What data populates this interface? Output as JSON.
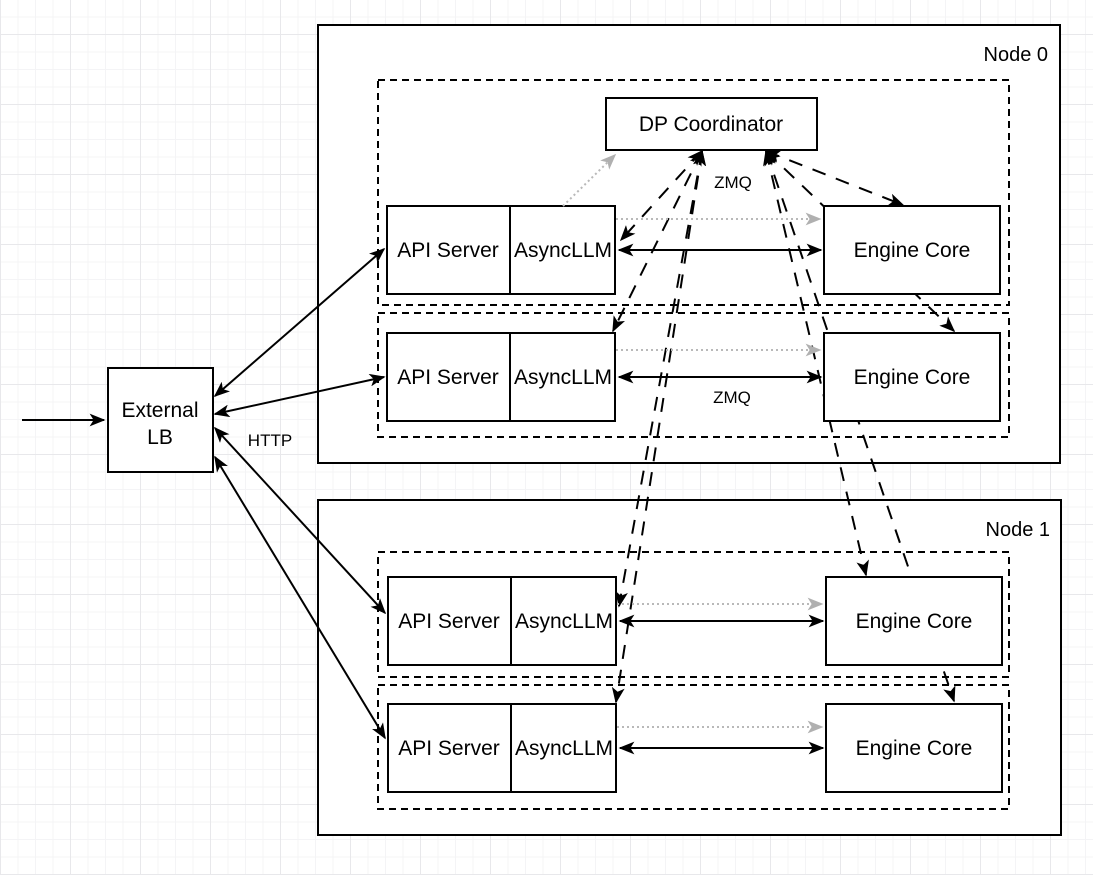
{
  "coordinator": {
    "label": "DP Coordinator"
  },
  "external_lb": {
    "line1": "External",
    "line2": "LB"
  },
  "edge_labels": {
    "http": "HTTP",
    "zmq_coordinator": "ZMQ",
    "zmq_engine": "ZMQ"
  },
  "nodes": [
    {
      "name": "Node 0",
      "replicas": [
        {
          "api_server": "API Server",
          "asyncllm": "AsyncLLM",
          "engine_core": "Engine Core"
        },
        {
          "api_server": "API Server",
          "asyncllm": "AsyncLLM",
          "engine_core": "Engine Core"
        }
      ]
    },
    {
      "name": "Node 1",
      "replicas": [
        {
          "api_server": "API Server",
          "asyncllm": "AsyncLLM",
          "engine_core": "Engine Core"
        },
        {
          "api_server": "API Server",
          "asyncllm": "AsyncLLM",
          "engine_core": "Engine Core"
        }
      ]
    }
  ],
  "connections": [
    {
      "from": "client",
      "to": "external-lb",
      "style": "solid-arrow"
    },
    {
      "from": "external-lb",
      "to": "node0-api-server-0",
      "style": "solid-bidirectional",
      "protocol": "HTTP"
    },
    {
      "from": "external-lb",
      "to": "node0-api-server-1",
      "style": "solid-bidirectional",
      "protocol": "HTTP"
    },
    {
      "from": "external-lb",
      "to": "node1-api-server-0",
      "style": "solid-bidirectional",
      "protocol": "HTTP"
    },
    {
      "from": "external-lb",
      "to": "node1-api-server-1",
      "style": "solid-bidirectional",
      "protocol": "HTTP"
    },
    {
      "from": "dp-coordinator",
      "to": "node0-asyncllm-0",
      "style": "dashed-bidirectional",
      "protocol": "ZMQ"
    },
    {
      "from": "dp-coordinator",
      "to": "node0-asyncllm-1",
      "style": "dashed-bidirectional",
      "protocol": "ZMQ"
    },
    {
      "from": "dp-coordinator",
      "to": "node1-asyncllm-0",
      "style": "dashed-bidirectional",
      "protocol": "ZMQ"
    },
    {
      "from": "dp-coordinator",
      "to": "node1-asyncllm-1",
      "style": "dashed-bidirectional",
      "protocol": "ZMQ"
    },
    {
      "from": "dp-coordinator",
      "to": "node0-engine-core-0",
      "style": "dashed-bidirectional",
      "protocol": "ZMQ"
    },
    {
      "from": "dp-coordinator",
      "to": "node0-engine-core-1",
      "style": "dashed-bidirectional",
      "protocol": "ZMQ"
    },
    {
      "from": "dp-coordinator",
      "to": "node1-engine-core-0",
      "style": "dashed-bidirectional",
      "protocol": "ZMQ"
    },
    {
      "from": "dp-coordinator",
      "to": "node1-engine-core-1",
      "style": "dashed-bidirectional",
      "protocol": "ZMQ"
    },
    {
      "from": "node0-asyncllm-0",
      "to": "node0-engine-core-0",
      "style": "solid-bidirectional",
      "protocol": "ZMQ"
    },
    {
      "from": "node0-asyncllm-1",
      "to": "node0-engine-core-1",
      "style": "solid-bidirectional",
      "protocol": "ZMQ"
    },
    {
      "from": "node1-asyncllm-0",
      "to": "node1-engine-core-0",
      "style": "solid-bidirectional",
      "protocol": "ZMQ"
    },
    {
      "from": "node1-asyncllm-1",
      "to": "node1-engine-core-1",
      "style": "solid-bidirectional",
      "protocol": "ZMQ"
    },
    {
      "from": "node0-asyncllm-0",
      "to": "node0-engine-core-0",
      "style": "dotted-gray-arrow"
    },
    {
      "from": "node0-asyncllm-1",
      "to": "node0-engine-core-1",
      "style": "dotted-gray-arrow"
    },
    {
      "from": "node1-asyncllm-0",
      "to": "node1-engine-core-0",
      "style": "dotted-gray-arrow"
    },
    {
      "from": "node1-asyncllm-1",
      "to": "node1-engine-core-1",
      "style": "dotted-gray-arrow"
    },
    {
      "from": "node0-asyncllm-0",
      "to": "dp-coordinator",
      "style": "dotted-gray-arrow"
    }
  ],
  "colors": {
    "stroke": "#000000",
    "gray_arrow": "#b9b9b9",
    "box_fill": "#ffffff",
    "background": "#ffffff",
    "grid_minor": "#f4f4f6",
    "grid_major": "#e8e8eb"
  }
}
